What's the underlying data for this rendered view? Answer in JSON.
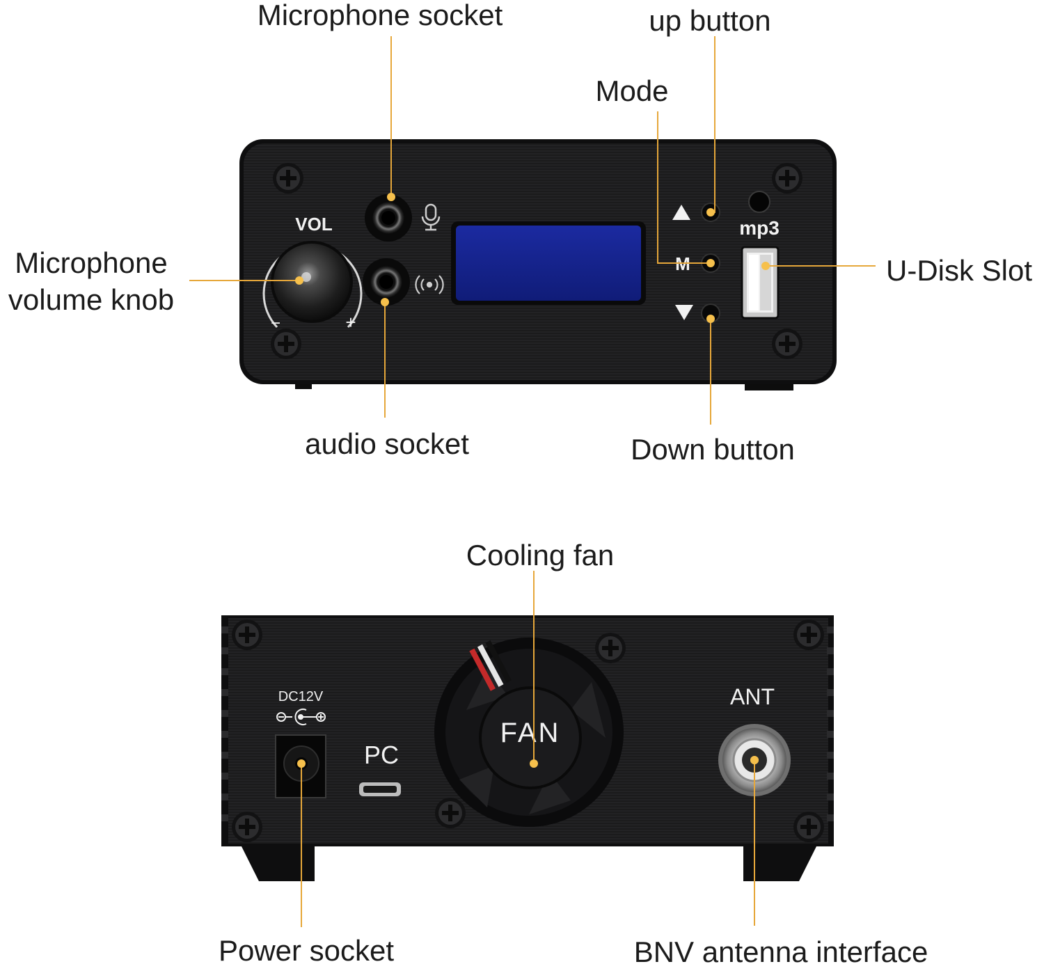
{
  "callouts": {
    "microphone_socket": "Microphone socket",
    "up_button": "up button",
    "mode": "Mode",
    "microphone_volume_knob": "Microphone\nvolume knob",
    "u_disk_slot": "U-Disk Slot",
    "audio_socket": "audio socket",
    "down_button": "Down button",
    "cooling_fan": "Cooling fan",
    "power_socket": "Power socket",
    "bnv_antenna_interface": "BNV antenna interface"
  },
  "front_panel": {
    "vol_label": "VOL",
    "minus_label": "−",
    "plus_label": "+",
    "mp3_label": "mp3",
    "mode_key": "M"
  },
  "rear_panel": {
    "dc_label": "DC12V",
    "pc_label": "PC",
    "fan_label": "FAN",
    "ant_label": "ANT"
  },
  "colors": {
    "leader_line": "#e6a73a",
    "leader_dot": "#f6c04c",
    "panel": "#1c1c1e",
    "lcd": "#15228a"
  }
}
